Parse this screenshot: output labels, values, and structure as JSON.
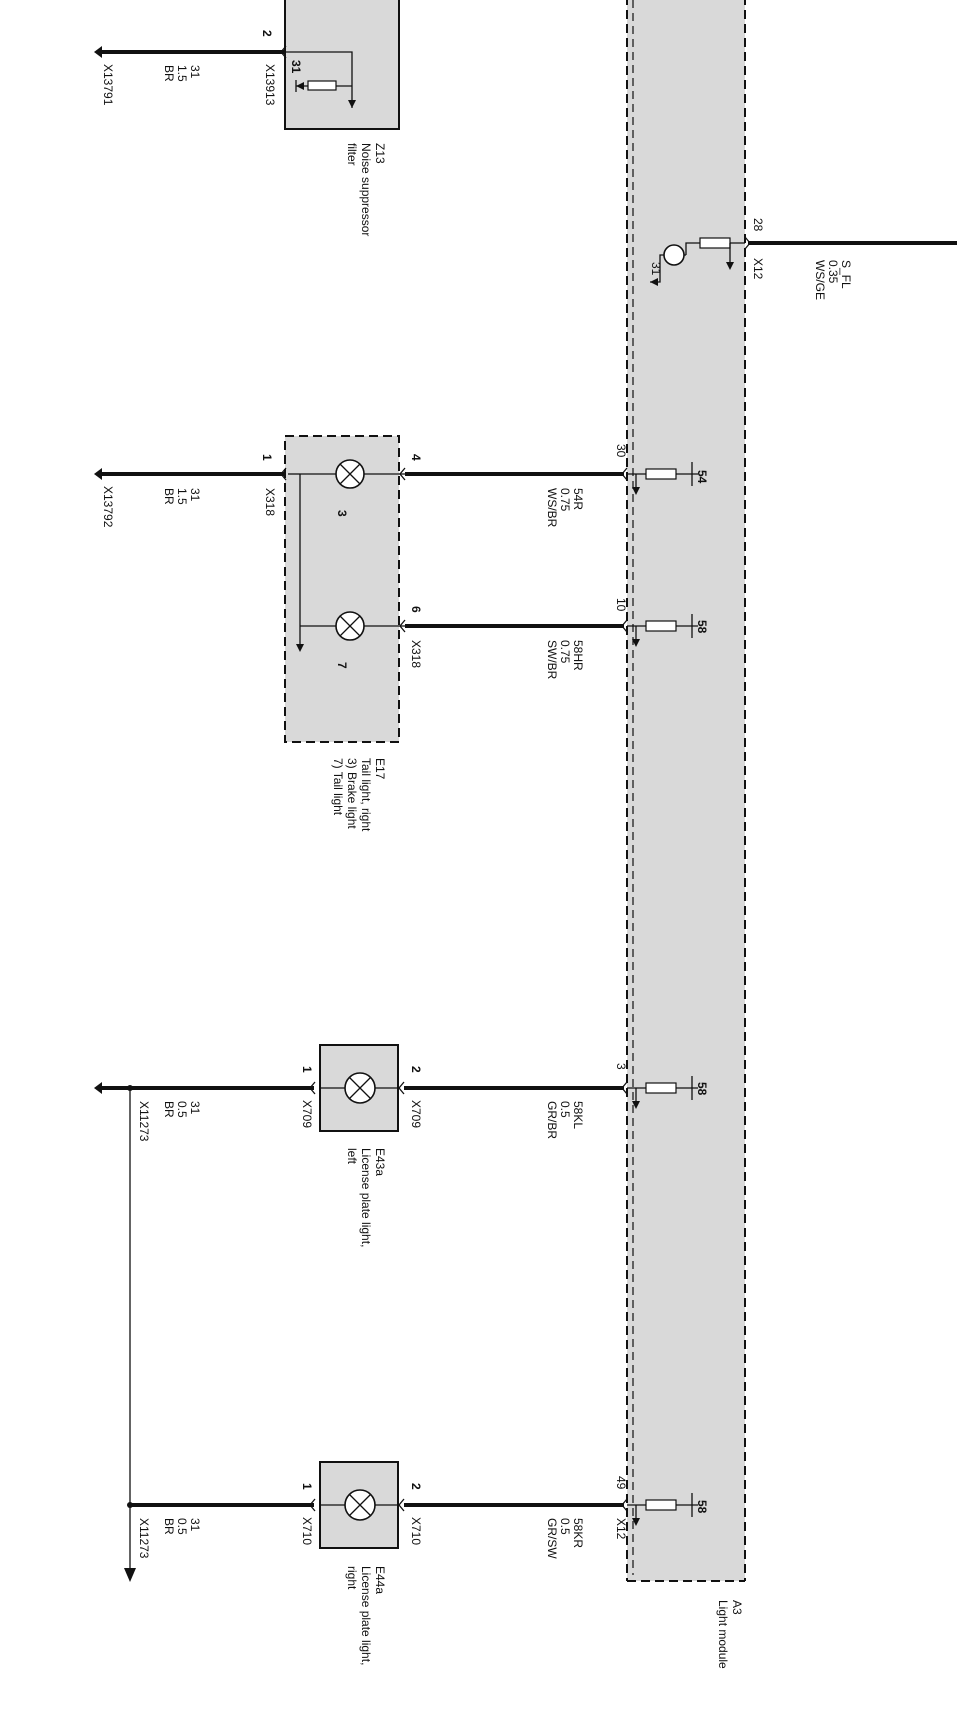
{
  "light_module": {
    "id": "A3",
    "name": "Light module"
  },
  "noise_filter": {
    "id": "Z13",
    "name": "Noise suppressor",
    "name2": "filter",
    "connector": "X13913",
    "pin": "2",
    "ground": "31",
    "wire": {
      "signal": "31",
      "gauge": "1.5",
      "color": "BR"
    },
    "ground_connector": "X13791"
  },
  "s_fl_feed": {
    "pin": "28",
    "connector": "X12",
    "ground": "31",
    "wire": {
      "signal": "S_FL",
      "gauge": "0.35",
      "color": "WS/GE"
    }
  },
  "tail_light": {
    "id": "E17",
    "name": "Tail light, right",
    "line2": "3) Brake light",
    "line3": "7) Tail light",
    "ground_pin": "1",
    "ground_connector": "X318",
    "ground_wire": {
      "signal": "31",
      "gauge": "1.5",
      "color": "BR"
    },
    "ground_end": "X13792",
    "brake": {
      "module_pin": "30",
      "module_terminal": "54",
      "lamp_pin": "4",
      "bulb": "3",
      "wire": {
        "signal": "54R",
        "gauge": "0.75",
        "color": "WS/BR"
      }
    },
    "tail": {
      "module_pin": "10",
      "module_terminal": "58",
      "lamp_pin": "6",
      "bulb": "7",
      "connector": "X318",
      "wire": {
        "signal": "58HR",
        "gauge": "0.75",
        "color": "SW/BR"
      }
    }
  },
  "plate_left": {
    "id": "E43a",
    "name": "License plate light,",
    "name2": "left",
    "module_pin": "3",
    "module_terminal": "58",
    "pin_in": "2",
    "pin_out": "1",
    "connector": "X709",
    "feed_wire": {
      "signal": "58KL",
      "gauge": "0.5",
      "color": "GR/BR"
    },
    "ground_wire": {
      "signal": "31",
      "gauge": "0.5",
      "color": "BR"
    },
    "ground_connector": "X11273"
  },
  "plate_right": {
    "id": "E44a",
    "name": "License plate light,",
    "name2": "right",
    "module_pin": "49",
    "module_connector": "X12",
    "module_terminal": "58",
    "pin_in": "2",
    "pin_out": "1",
    "connector": "X710",
    "feed_wire": {
      "signal": "58KR",
      "gauge": "0.5",
      "color": "GR/SW"
    },
    "ground_wire": {
      "signal": "31",
      "gauge": "0.5",
      "color": "BR"
    },
    "ground_connector": "X11273"
  }
}
